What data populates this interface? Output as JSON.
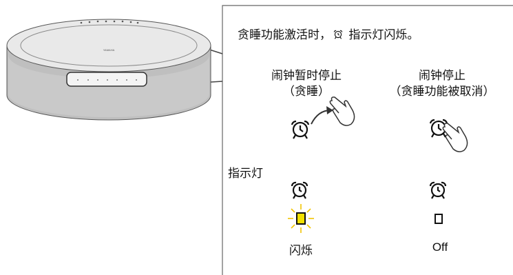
{
  "intro": {
    "before_icon": "贪睡功能激活时，",
    "icon": "alarm-clock-icon",
    "after_icon": " 指示灯闪烁。"
  },
  "actions": [
    {
      "title": "闹钟暂时停止",
      "subtitle": "（贪睡）",
      "gesture": "swipe-right"
    },
    {
      "title": "闹钟停止",
      "subtitle": "（贪睡功能被取消）",
      "gesture": "touch-hold"
    }
  ],
  "indicator": {
    "label": "指示灯",
    "states": [
      {
        "label": "闪烁",
        "lit": true,
        "color": "#f2e100"
      },
      {
        "label": "Off",
        "lit": false,
        "color": "#ffffff"
      }
    ]
  },
  "speaker": {
    "brand": "YAMAHA"
  },
  "colors": {
    "ray": "#f2c500",
    "lamp_on": "#f2e100",
    "device_body": "#c8c8c8"
  }
}
